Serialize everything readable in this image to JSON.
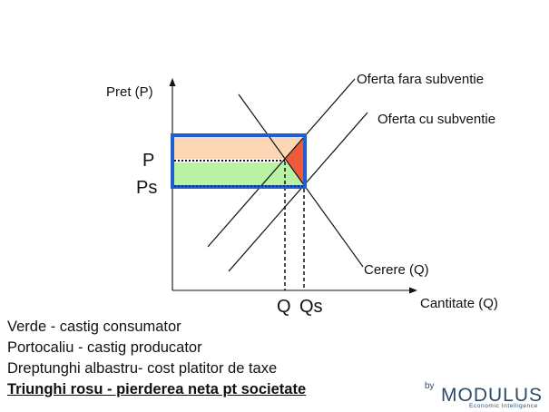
{
  "diagram": {
    "y_axis_label": "Pret (P)",
    "x_axis_label": "Cantitate (Q)",
    "supply_no_subsidy_label": "Oferta fara subventie",
    "supply_with_subsidy_label": "Oferta cu subventie",
    "demand_label": "Cerere (Q)",
    "price_p": "P",
    "price_ps": "Ps",
    "quantity_q": "Q",
    "quantity_qs": "Qs",
    "colors": {
      "consumer_surplus": "#b8f2a2",
      "producer_surplus": "#fdd6b6",
      "deadweight_loss": "#f05a3b",
      "subsidy_cost": "#1f5fcf"
    }
  },
  "legend": [
    {
      "text": "Verde - castig consumator"
    },
    {
      "text": "Portocaliu - castig producator"
    },
    {
      "text": "Dreptunghi albastru- cost platitor de taxe"
    },
    {
      "text": "Triunghi rosu - pierderea neta pt societate"
    }
  ],
  "logo": {
    "by": "by",
    "name": "MODULUS",
    "tagline": "Economic Intelligence",
    "color": "#2f4b6c"
  }
}
